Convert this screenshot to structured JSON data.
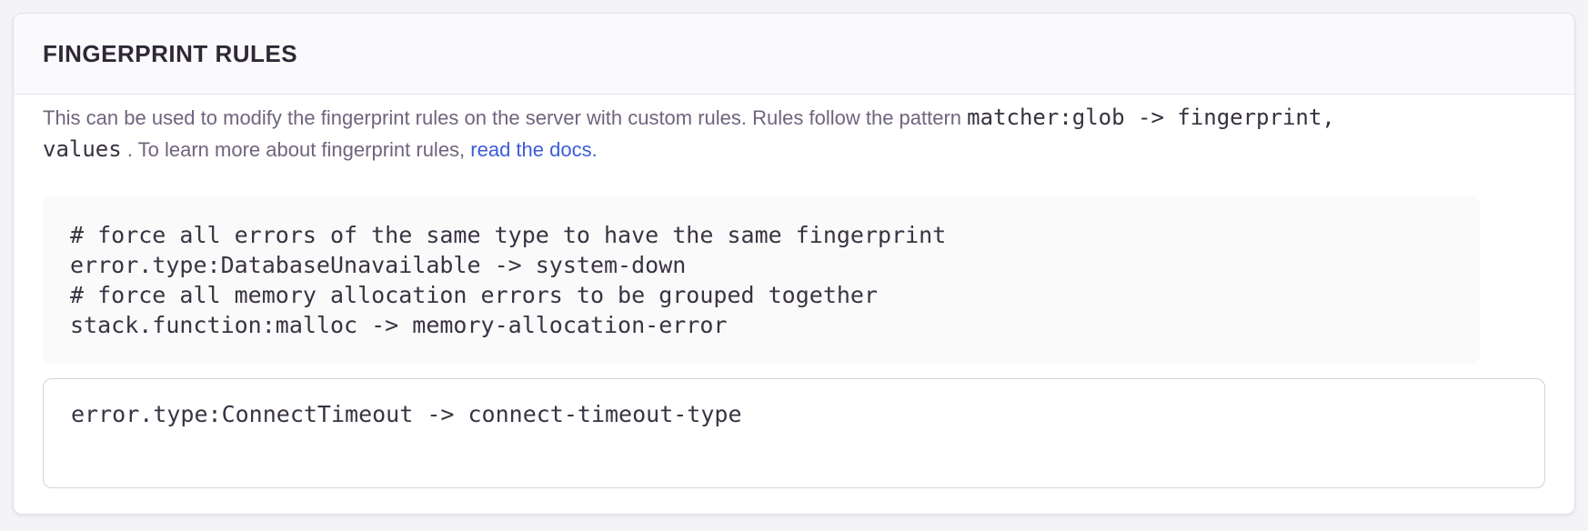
{
  "panel": {
    "title": "FINGERPRINT RULES",
    "description": {
      "text_before_code": "This can be used to modify the fingerprint rules on the server with custom rules. Rules follow the pattern ",
      "pattern_code_line1": "matcher:glob -> fingerprint,",
      "pattern_code_line2": "values",
      "text_after_code": " . To learn more about fingerprint rules, ",
      "link_label": "read the docs."
    },
    "example_code": "# force all errors of the same type to have the same fingerprint\nerror.type:DatabaseUnavailable -> system-down\n# force all memory allocation errors to be grouped together\nstack.function:malloc -> memory-allocation-error",
    "rules_input": {
      "value": "error.type:ConnectTimeout -> connect-timeout-type",
      "aria_label": "Fingerprint rules"
    },
    "colors": {
      "page_background": "#f4f4f8",
      "panel_background": "#ffffff",
      "panel_border": "#e2dee9",
      "header_background": "#faf9fb",
      "heading_text": "#2f2936",
      "body_text": "#71637e",
      "code_text": "#3a3342",
      "example_background": "#fafafa",
      "link": "#3d5dd8",
      "textarea_border": "#d6d1dc"
    }
  }
}
